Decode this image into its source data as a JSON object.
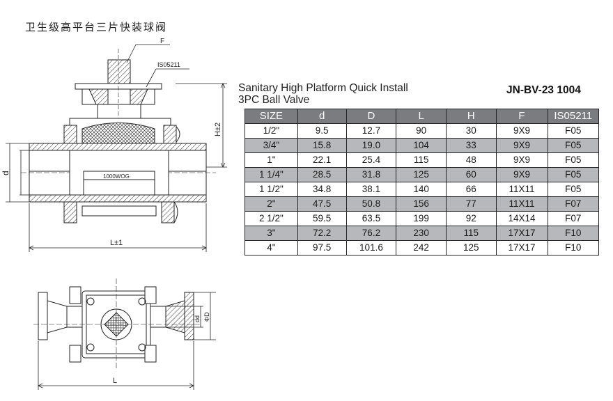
{
  "page": {
    "cn_title": "卫生级高平台三片快装球阀",
    "en_title_line1": "Sanitary High Platform Quick Install",
    "en_title_line2": "3PC Ball Valve",
    "model": "JN-BV-23 1004"
  },
  "drawing": {
    "label_f": "F",
    "label_iso": "IS05211",
    "label_h": "H±2",
    "label_d": "d",
    "label_wog": "1000WOG",
    "label_l_tol": "L±1",
    "label_dd": "dd",
    "label_phid": "ΦD",
    "label_l": "L"
  },
  "table": {
    "headers": [
      "SIZE",
      "d",
      "D",
      "L",
      "H",
      "F",
      "IS05211"
    ],
    "rows": [
      [
        "1/2\"",
        "9.5",
        "12.7",
        "90",
        "30",
        "9X9",
        "F05"
      ],
      [
        "3/4\"",
        "15.8",
        "19.0",
        "104",
        "33",
        "9X9",
        "F05"
      ],
      [
        "1\"",
        "22.1",
        "25.4",
        "115",
        "48",
        "9X9",
        "F05"
      ],
      [
        "1 1/4\"",
        "28.5",
        "31.8",
        "125",
        "60",
        "9X9",
        "F05"
      ],
      [
        "1 1/2\"",
        "34.8",
        "38.1",
        "140",
        "66",
        "11X11",
        "F05"
      ],
      [
        "2\"",
        "47.5",
        "50.8",
        "156",
        "77",
        "11X11",
        "F07"
      ],
      [
        "2 1/2\"",
        "59.5",
        "63.5",
        "199",
        "92",
        "14X14",
        "F07"
      ],
      [
        "3\"",
        "72.2",
        "76.2",
        "230",
        "115",
        "17X17",
        "F10"
      ],
      [
        "4\"",
        "97.5",
        "101.6",
        "242",
        "125",
        "17X17",
        "F10"
      ]
    ],
    "shaded_rows": [
      1,
      3,
      5,
      7
    ]
  }
}
